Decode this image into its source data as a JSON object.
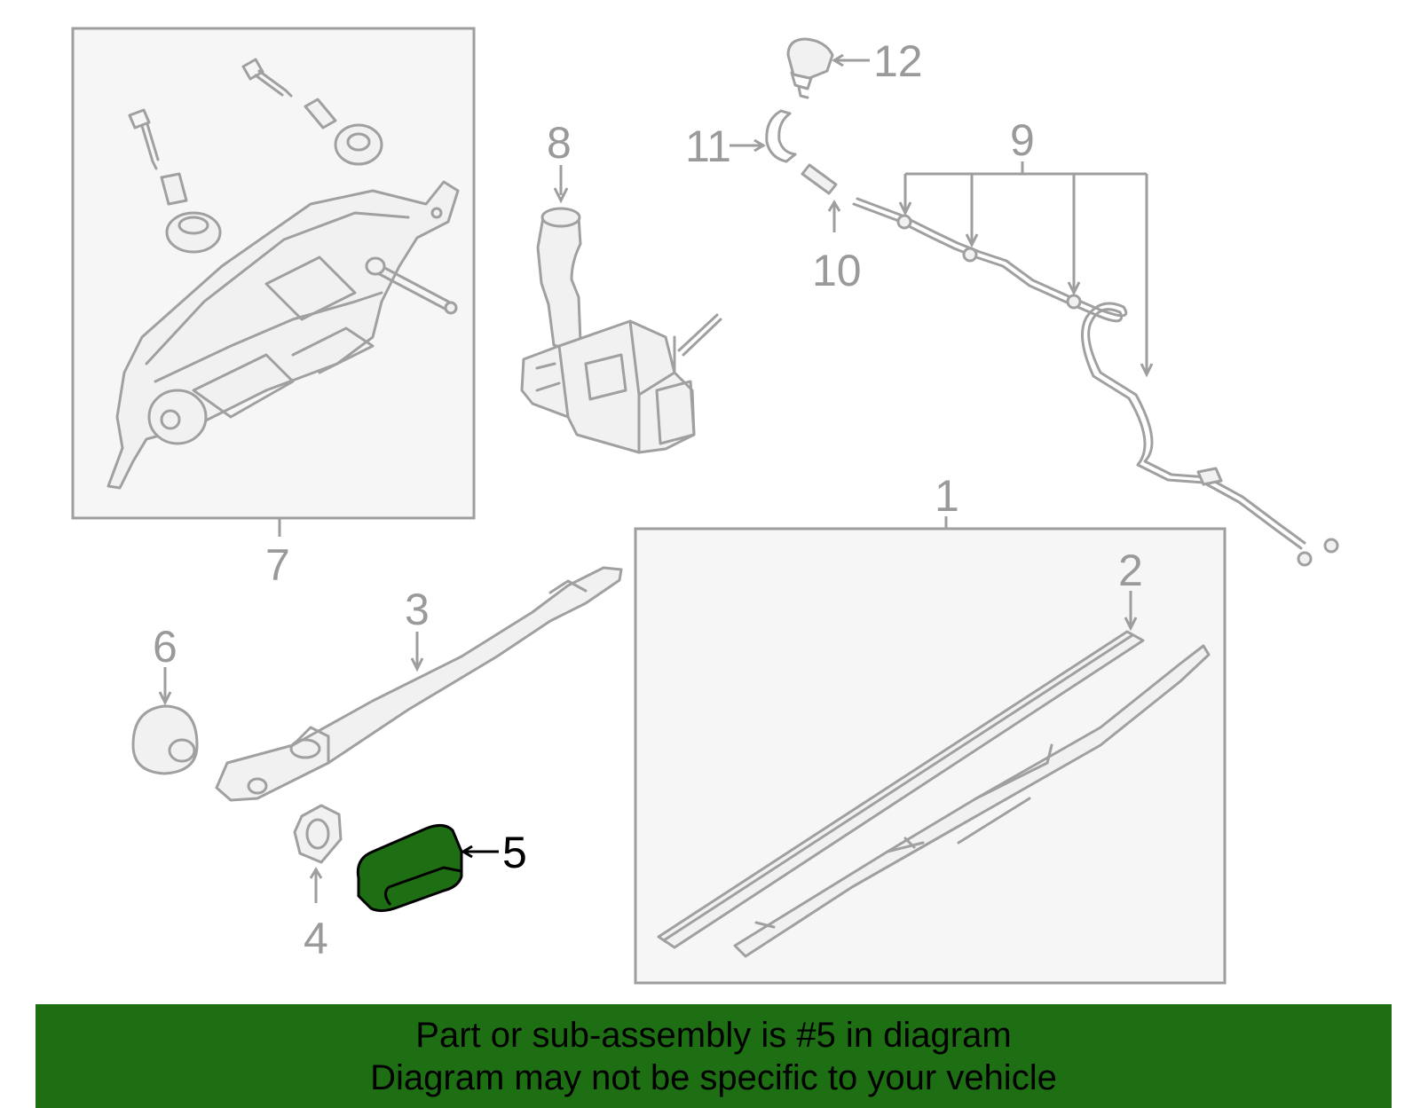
{
  "callouts": [
    {
      "id": "1",
      "label": "1"
    },
    {
      "id": "2",
      "label": "2"
    },
    {
      "id": "3",
      "label": "3"
    },
    {
      "id": "4",
      "label": "4"
    },
    {
      "id": "5",
      "label": "5",
      "highlighted": true
    },
    {
      "id": "6",
      "label": "6"
    },
    {
      "id": "7",
      "label": "7"
    },
    {
      "id": "8",
      "label": "8"
    },
    {
      "id": "9",
      "label": "9"
    },
    {
      "id": "10",
      "label": "10"
    },
    {
      "id": "11",
      "label": "11"
    },
    {
      "id": "12",
      "label": "12"
    }
  ],
  "colors": {
    "part_outline": "#a0a0a0",
    "highlight_part": "#1e6e14",
    "banner_background": "#1e6e14"
  },
  "banner": {
    "line1": "Part or sub-assembly is #5 in diagram",
    "line2": "Diagram may not be specific to your vehicle"
  }
}
